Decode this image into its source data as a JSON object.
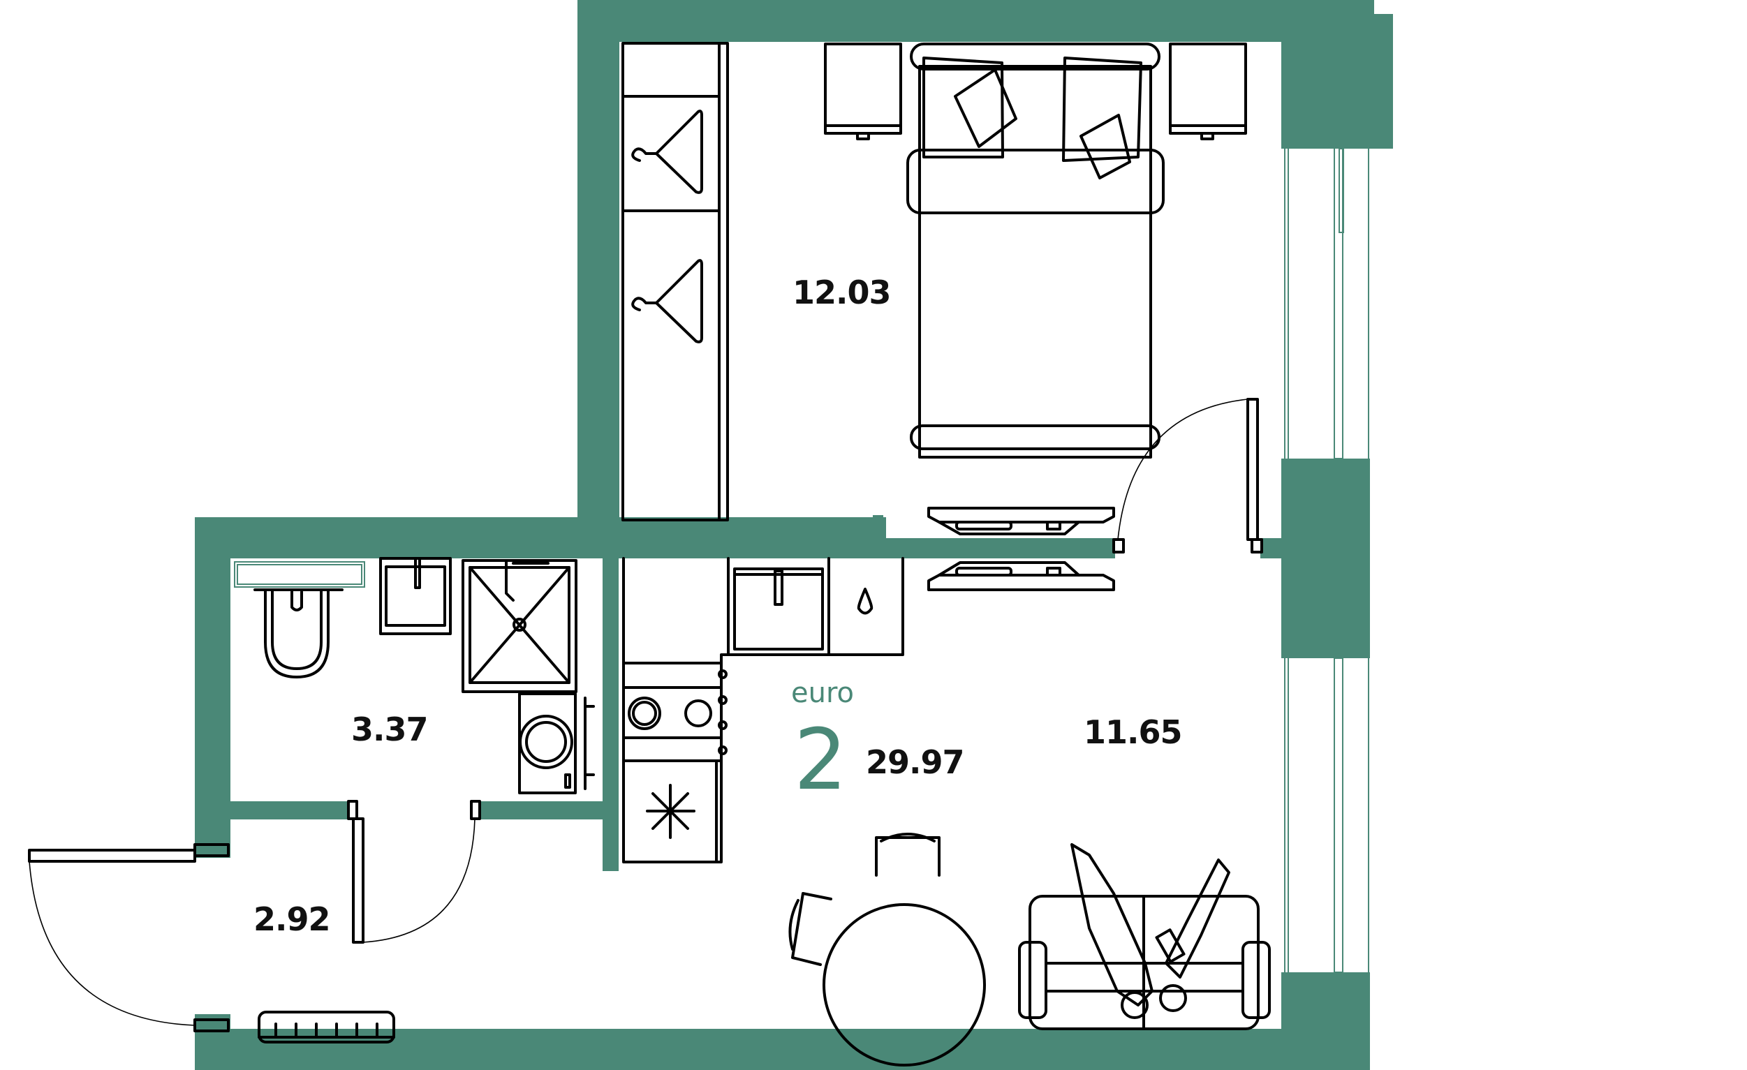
{
  "plan": {
    "type": "apartment-floor-plan",
    "wall_color": "#4a8877",
    "format_label": "euro",
    "rooms_count": "2",
    "total_area": "29.97",
    "rooms": [
      {
        "name": "bedroom",
        "area": "12.03"
      },
      {
        "name": "kitchen-living",
        "area": "11.65"
      },
      {
        "name": "bathroom",
        "area": "3.37"
      },
      {
        "name": "hallway",
        "area": "2.92"
      }
    ]
  }
}
